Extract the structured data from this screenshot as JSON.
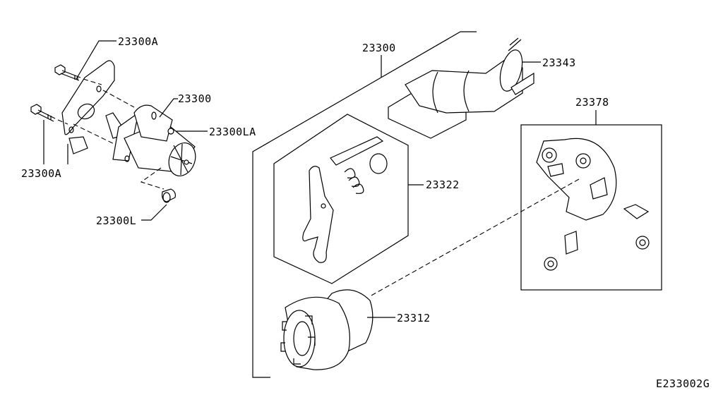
{
  "diagram": {
    "labels": {
      "bolt_upper": "23300A",
      "starter_left": "23300",
      "connector": "23300LA",
      "bolt_lower": "23300A",
      "cap": "23300L",
      "starter_assy": "23300",
      "solenoid": "23343",
      "brush_holder": "23378",
      "lever_kit": "23322",
      "pinion": "23312"
    },
    "figure_code": "E233002G"
  }
}
